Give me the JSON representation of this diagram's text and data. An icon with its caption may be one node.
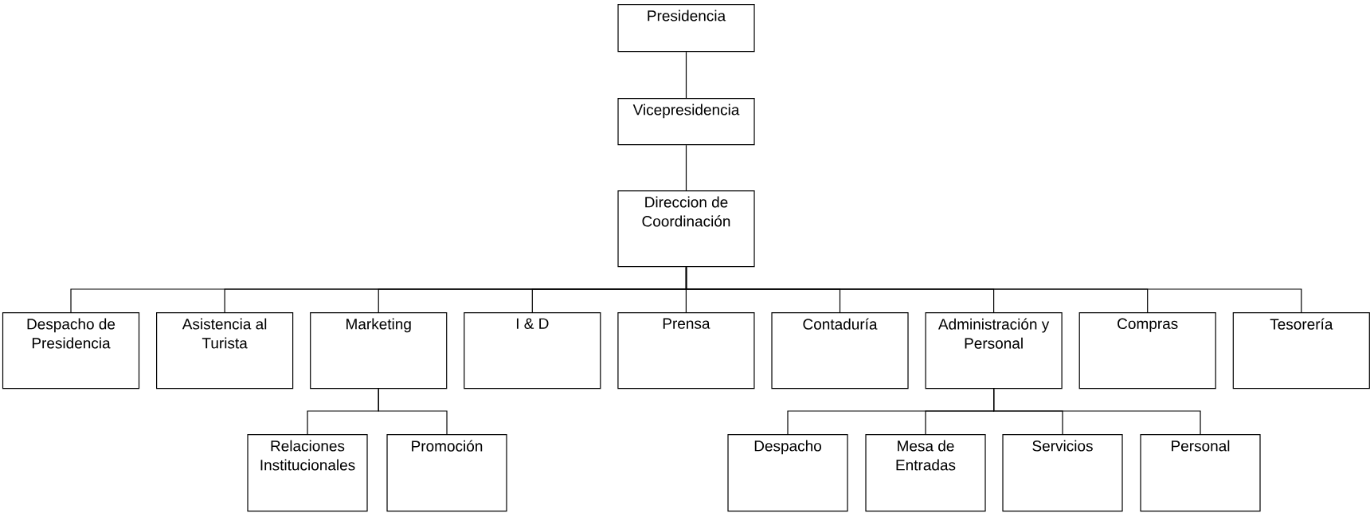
{
  "diagram": {
    "nodes": [
      {
        "text": [
          "Presidencia"
        ]
      },
      {
        "text": [
          "Vicepresidencia"
        ]
      },
      {
        "text": [
          "Direccion de Coordinación"
        ]
      },
      {
        "text": [
          "Despacho de Presidencia"
        ]
      },
      {
        "text": [
          "Asistencia al Turista"
        ]
      },
      {
        "text": [
          "Marketing"
        ]
      },
      {
        "text": [
          "I & D"
        ]
      },
      {
        "text": [
          "Prensa"
        ]
      },
      {
        "text": [
          "Contaduría"
        ]
      },
      {
        "text": [
          "Administración y Personal"
        ]
      },
      {
        "text": [
          "Compras"
        ]
      },
      {
        "text": [
          "Tesorería"
        ]
      },
      {
        "text": [
          "Relaciones Institucionales"
        ]
      },
      {
        "text": [
          "Promoción"
        ]
      },
      {
        "text": [
          "Despacho"
        ]
      },
      {
        "text": [
          "Mesa de Entradas"
        ]
      },
      {
        "text": [
          "Servicios"
        ]
      },
      {
        "text": [
          "Personal"
        ]
      }
    ],
    "edges": [
      {
        "from": 0,
        "to": 1,
        "arrow": "none"
      },
      {
        "from": 1,
        "to": 2,
        "arrow": "none"
      },
      {
        "from": 2,
        "to": 3,
        "arrow": "none"
      },
      {
        "from": 2,
        "to": 4,
        "arrow": "none"
      },
      {
        "from": 2,
        "to": 5,
        "arrow": "none"
      },
      {
        "from": 2,
        "to": 6,
        "arrow": "none"
      },
      {
        "from": 2,
        "to": 7,
        "arrow": "none"
      },
      {
        "from": 2,
        "to": 8,
        "arrow": "none"
      },
      {
        "from": 2,
        "to": 9,
        "arrow": "none"
      },
      {
        "from": 2,
        "to": 10,
        "arrow": "none"
      },
      {
        "from": 2,
        "to": 11,
        "arrow": "none"
      },
      {
        "from": 5,
        "to": 12,
        "arrow": "none"
      },
      {
        "from": 5,
        "to": 13,
        "arrow": "none"
      },
      {
        "from": 9,
        "to": 14,
        "arrow": "none"
      },
      {
        "from": 9,
        "to": 15,
        "arrow": "none"
      },
      {
        "from": 9,
        "to": 16,
        "arrow": "none"
      },
      {
        "from": 9,
        "to": 17,
        "arrow": "none"
      }
    ]
  }
}
